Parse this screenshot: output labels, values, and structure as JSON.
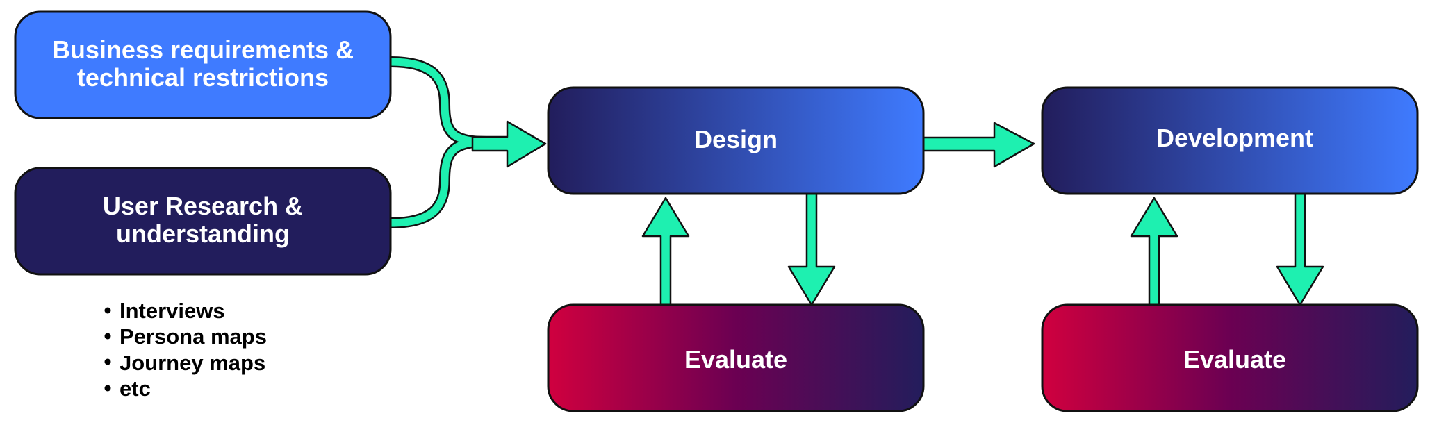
{
  "colors": {
    "connector": "#1ef0b0",
    "outline": "#111111",
    "text_on_box": "#ffffff",
    "business_box": "#3f7bff",
    "research_box": "#221d5c",
    "design_gradient": [
      "#221d5c",
      "#3f7bff"
    ],
    "evaluate_gradient": [
      "#d0003f",
      "#6b0052",
      "#231d5c"
    ]
  },
  "boxes": {
    "business": {
      "line1": "Business requirements &",
      "line2": "technical restrictions"
    },
    "research": {
      "line1": "User Research &",
      "line2": "understanding"
    },
    "design": {
      "label": "Design"
    },
    "development": {
      "label": "Development"
    },
    "evaluate_design": {
      "label": "Evaluate"
    },
    "evaluate_development": {
      "label": "Evaluate"
    }
  },
  "research_methods": [
    "Interviews",
    "Persona maps",
    "Journey maps",
    "etc"
  ],
  "connections": [
    {
      "from": "Business requirements & technical restrictions",
      "to": "Design"
    },
    {
      "from": "User Research & understanding",
      "to": "Design"
    },
    {
      "from": "Design",
      "to": "Development"
    },
    {
      "from": "Design",
      "to": "Evaluate"
    },
    {
      "from": "Evaluate",
      "to": "Design"
    },
    {
      "from": "Development",
      "to": "Evaluate"
    },
    {
      "from": "Evaluate",
      "to": "Development"
    }
  ]
}
